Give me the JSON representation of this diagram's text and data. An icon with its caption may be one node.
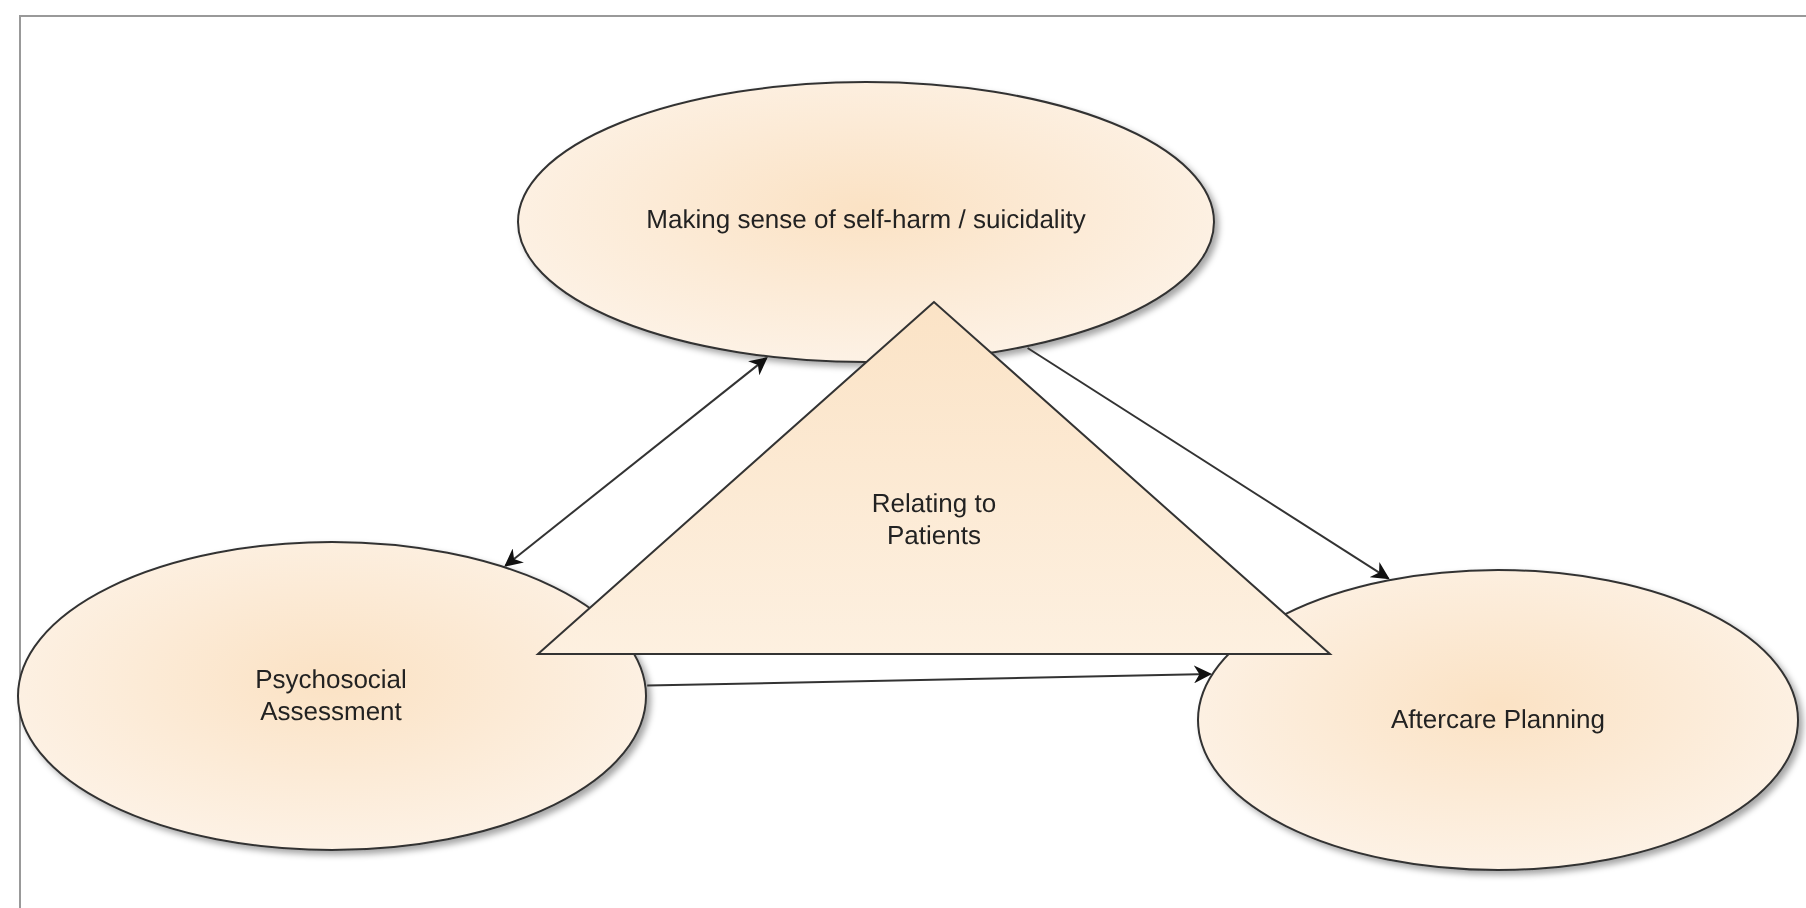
{
  "diagram": {
    "nodes": [
      {
        "text": [
          "Making sense of self-harm / suicidality"
        ]
      },
      {
        "text": [
          "Relating to Patients"
        ]
      },
      {
        "text": [
          "Psychosocial Assessment"
        ]
      },
      {
        "text": [
          "Aftercare Planning"
        ]
      }
    ],
    "edges": [
      {
        "from": 0,
        "to": 2,
        "arrow": "both"
      },
      {
        "from": 0,
        "to": 3,
        "arrow": "to"
      },
      {
        "from": 2,
        "to": 3,
        "arrow": "to"
      }
    ]
  }
}
